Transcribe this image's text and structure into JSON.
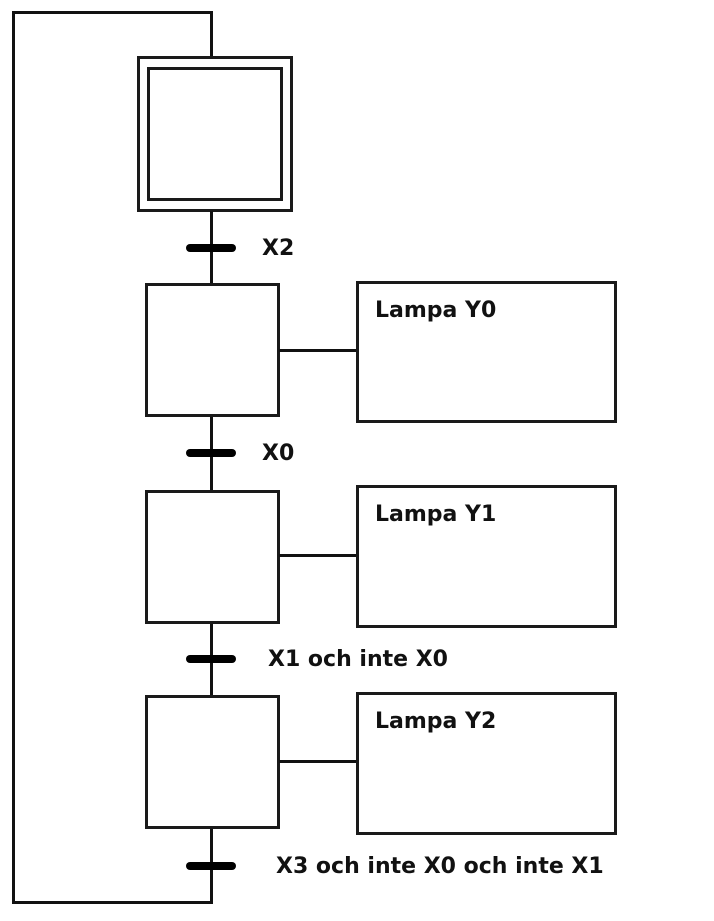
{
  "diagram": {
    "type": "GRAFCET sequential function chart",
    "initial_step": {
      "label": ""
    },
    "steps": [
      {
        "label": "",
        "action": "Lampa Y0"
      },
      {
        "label": "",
        "action": "Lampa Y1"
      },
      {
        "label": "",
        "action": "Lampa Y2"
      }
    ],
    "transitions": [
      {
        "condition": "X2"
      },
      {
        "condition": "X0"
      },
      {
        "condition": "X1 och inte X0"
      },
      {
        "condition": "X3 och inte X0 och inte X1"
      }
    ],
    "colors": {
      "line": "#111111",
      "background": "#ffffff"
    }
  }
}
